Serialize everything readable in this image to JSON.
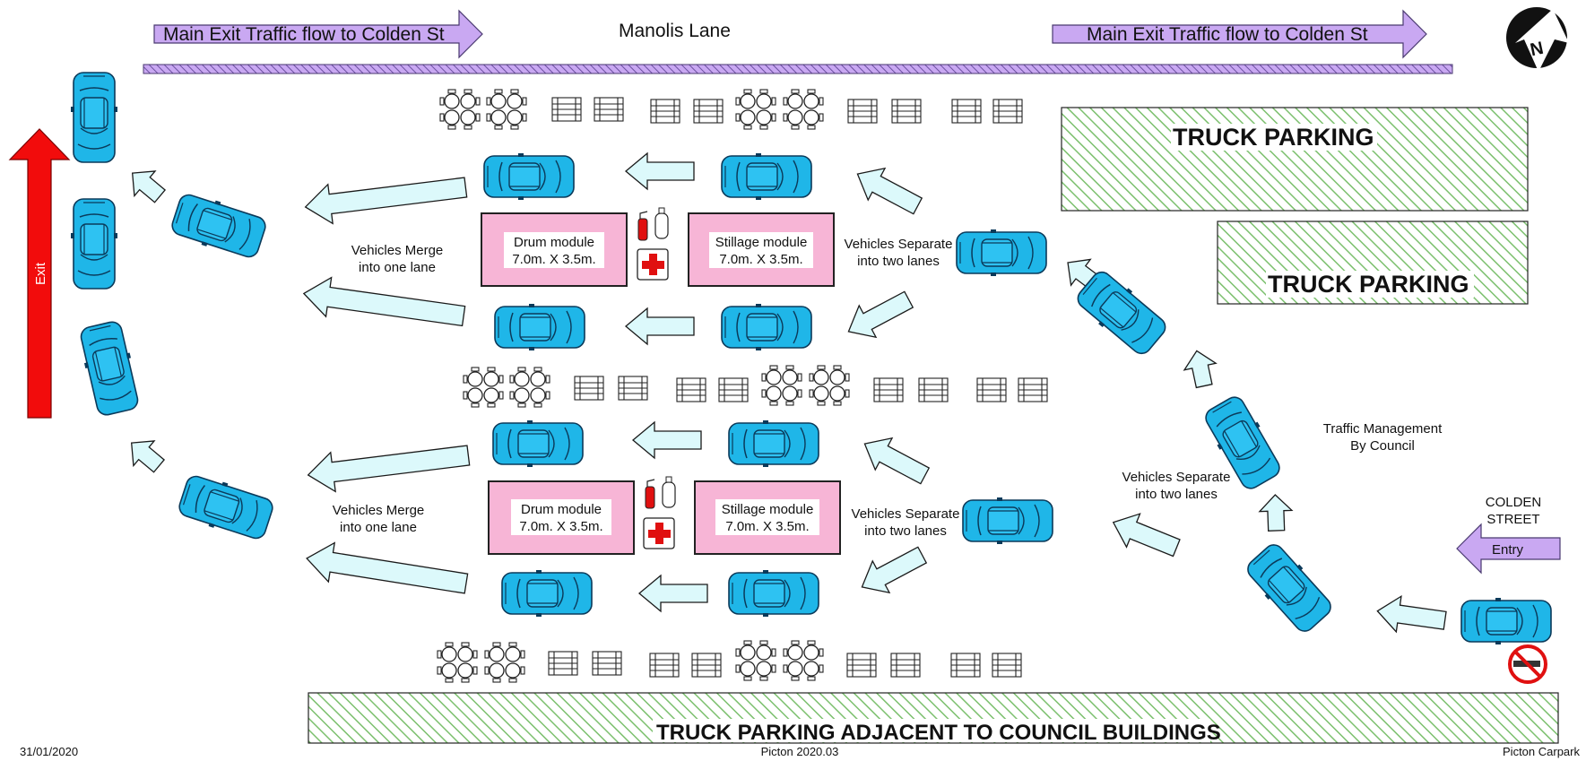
{
  "road": {
    "name": "Manolis Lane"
  },
  "banners": {
    "exit_flow_left": "Main Exit Traffic flow to Colden St",
    "exit_flow_right": "Main Exit Traffic flow to Colden St"
  },
  "compass": {
    "letter": "N"
  },
  "exit_arrow": {
    "label": "Exit"
  },
  "truck_parking": {
    "upper": "TRUCK PARKING",
    "middle": "TRUCK PARKING",
    "bottom": "TRUCK PARKING ADJACENT TO COUNCIL BUILDINGS"
  },
  "modules": {
    "top_drum": {
      "line1": "Drum module",
      "line2": "7.0m. X 3.5m."
    },
    "top_stillage": {
      "line1": "Stillage module",
      "line2": "7.0m. X 3.5m."
    },
    "bottom_drum": {
      "line1": "Drum module",
      "line2": "7.0m. X 3.5m."
    },
    "bottom_stillage": {
      "line1": "Stillage module",
      "line2": "7.0m. X 3.5m."
    }
  },
  "notes": {
    "merge_top": {
      "line1": "Vehicles Merge",
      "line2": "into one lane"
    },
    "merge_bottom": {
      "line1": "Vehicles Merge",
      "line2": "into one lane"
    },
    "separate_top": {
      "line1": "Vehicles Separate",
      "line2": "into two lanes"
    },
    "separate_bottom": {
      "line1": "Vehicles Separate",
      "line2": "into two lanes"
    },
    "separate_right": {
      "line1": "Vehicles Separate",
      "line2": "into two lanes"
    },
    "traffic_mgmt": {
      "line1": "Traffic Management",
      "line2": "By Council"
    },
    "colden": {
      "line1": "COLDEN",
      "line2": "STREET"
    }
  },
  "entry": {
    "label": "Entry"
  },
  "footer": {
    "date": "31/01/2020",
    "code": "Picton 2020.03",
    "site": "Picton Carpark"
  },
  "colors": {
    "car": "#1fb6e8",
    "car_outline": "#0b3a5a",
    "flow_arrow": "#dcf9fb",
    "module": "#f7b5d6",
    "parking_hatch": "#7cc06e",
    "banner": "#c9a8f2",
    "exit_arrow": "#f20c0c",
    "no_smoking": "#e01010"
  },
  "icons": [
    "table-cluster-icon",
    "chair-row-icon",
    "fire-extinguisher-icon",
    "gas-bottle-icon",
    "first-aid-icon",
    "no-smoking-icon",
    "compass-north-icon"
  ]
}
